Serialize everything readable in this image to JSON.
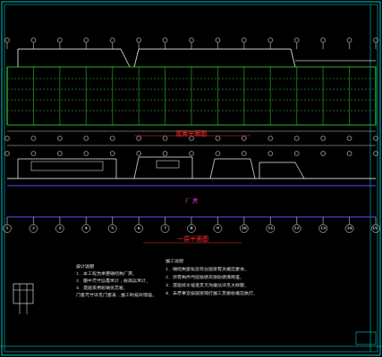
{
  "diagram": {
    "nodes": [
      {
        "text": [
          "厂 房"
        ]
      }
    ],
    "labels": [
      "屋面平面图",
      "一层平面图",
      "1",
      "2",
      "3",
      "4",
      "5",
      "6",
      "7",
      "8",
      "9",
      "10",
      "11",
      "12",
      "13",
      "14",
      "15",
      "设计说明",
      "1、本工程为单层钢结构厂房。",
      "2、图中尺寸以毫米计，标高以米计。",
      "3、屋面采用彩钢夹芯板。",
      "门窗尺寸详见门窗表，施工时核对现场。",
      "施工说明",
      "1、钢结构安装应符合国家有关规范要求。",
      "2、所有构件均应除锈后涂防锈漆两道。",
      "3、屋面排水坡度及天沟做法详见大样图。",
      "4、未尽事宜按国家现行施工及验收规范执行。"
    ]
  }
}
